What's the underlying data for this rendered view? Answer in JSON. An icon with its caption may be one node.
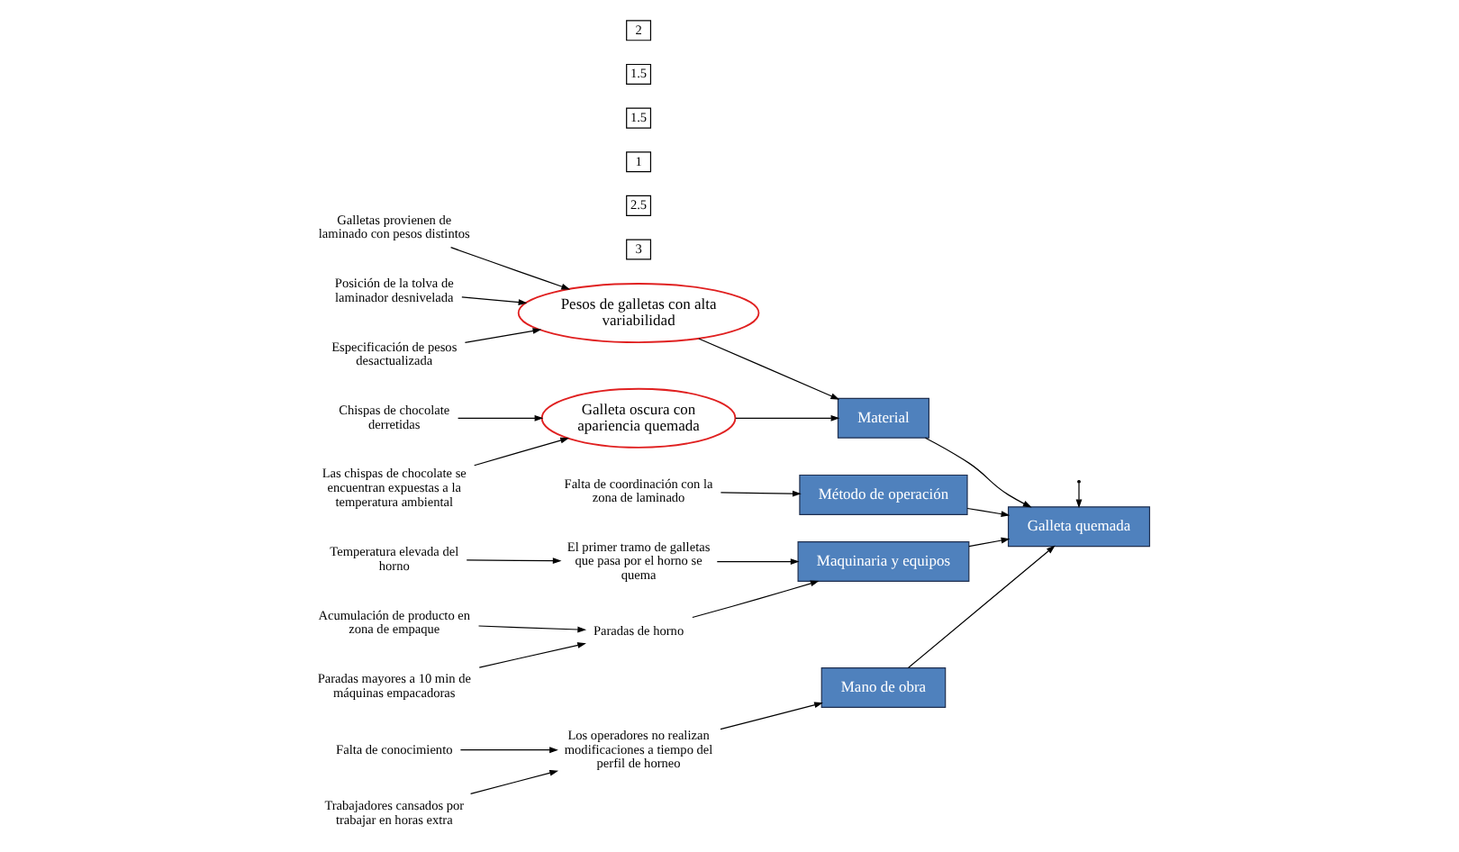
{
  "diagram": {
    "nodes": [
      {
        "text": [
          "Material"
        ]
      },
      {
        "text": [
          "Método de operación"
        ]
      },
      {
        "text": [
          "Galleta quemada"
        ]
      },
      {
        "text": [
          "3"
        ]
      },
      {
        "text": [
          "Pesos de galletas con alta variabilidad"
        ]
      },
      {
        "text": [
          "2.5"
        ]
      },
      {
        "text": [
          "Galleta oscura con apariencia quemada"
        ]
      },
      {
        "text": [
          "1"
        ]
      },
      {
        "text": [
          "Falta de coordinación con la zona de laminado"
        ]
      },
      {
        "text": [
          "Galletas provienen de laminado con pesos distintos"
        ]
      },
      {
        "text": [
          "Chispas de chocolate derretidas"
        ]
      },
      {
        "text": [
          "Posición de la tolva de laminador desnivelada"
        ]
      },
      {
        "text": [
          "Las chispas de chocolate se encuentran expuestas a la temperatura ambiental"
        ]
      },
      {
        "text": [
          "Especificación de pesos desactualizada"
        ]
      },
      {
        "text": [
          "1.5"
        ]
      },
      {
        "text": [
          "El primer tramo de galletas que pasa por el horno se quema"
        ]
      },
      {
        "text": [
          "Falta de conocimiento"
        ]
      },
      {
        "text": [
          "1.5"
        ]
      },
      {
        "text": [
          "Paradas de horno"
        ]
      },
      {
        "text": [
          "2"
        ]
      },
      {
        "text": [
          "Los operadores no realizan modificaciones a tiempo del perfil de horneo"
        ]
      },
      {
        "text": [
          "Acumulación de producto en zona de empaque"
        ]
      },
      {
        "text": [
          "Temperatura elevada del horno"
        ]
      },
      {
        "text": [
          "Paradas mayores a 10 min de máquinas empacadoras"
        ]
      },
      {
        "text": [
          "Trabajadores cansados por trabajar en horas extra"
        ]
      },
      {
        "text": [
          "Maquinaria y equipos"
        ]
      },
      {
        "text": [
          "Mano de obra"
        ]
      }
    ],
    "edges": [
      {
        "from": null,
        "to": 2,
        "arrow": "to"
      },
      {
        "from": 0,
        "to": 2,
        "arrow": "to"
      },
      {
        "from": 1,
        "to": 2,
        "arrow": "to"
      },
      {
        "from": 25,
        "to": 2,
        "arrow": "to"
      },
      {
        "from": 26,
        "to": 2,
        "arrow": "to"
      },
      {
        "from": 4,
        "to": 0,
        "arrow": "to"
      },
      {
        "from": 6,
        "to": 0,
        "arrow": "to"
      },
      {
        "from": 9,
        "to": 4,
        "arrow": "to"
      },
      {
        "from": 11,
        "to": 4,
        "arrow": "to"
      },
      {
        "from": 13,
        "to": 4,
        "arrow": "to"
      },
      {
        "from": 10,
        "to": 6,
        "arrow": "to"
      },
      {
        "from": 12,
        "to": 6,
        "arrow": "to"
      },
      {
        "from": 8,
        "to": 1,
        "arrow": "to"
      },
      {
        "from": 18,
        "to": 25,
        "arrow": "to"
      },
      {
        "from": 21,
        "to": 18,
        "arrow": "to"
      },
      {
        "from": 23,
        "to": 18,
        "arrow": "to"
      },
      {
        "from": 15,
        "to": 25,
        "arrow": "to"
      },
      {
        "from": 22,
        "to": 15,
        "arrow": "to"
      },
      {
        "from": 20,
        "to": 26,
        "arrow": "to"
      },
      {
        "from": 16,
        "to": 20,
        "arrow": "to"
      },
      {
        "from": 24,
        "to": 20,
        "arrow": "to"
      }
    ]
  }
}
